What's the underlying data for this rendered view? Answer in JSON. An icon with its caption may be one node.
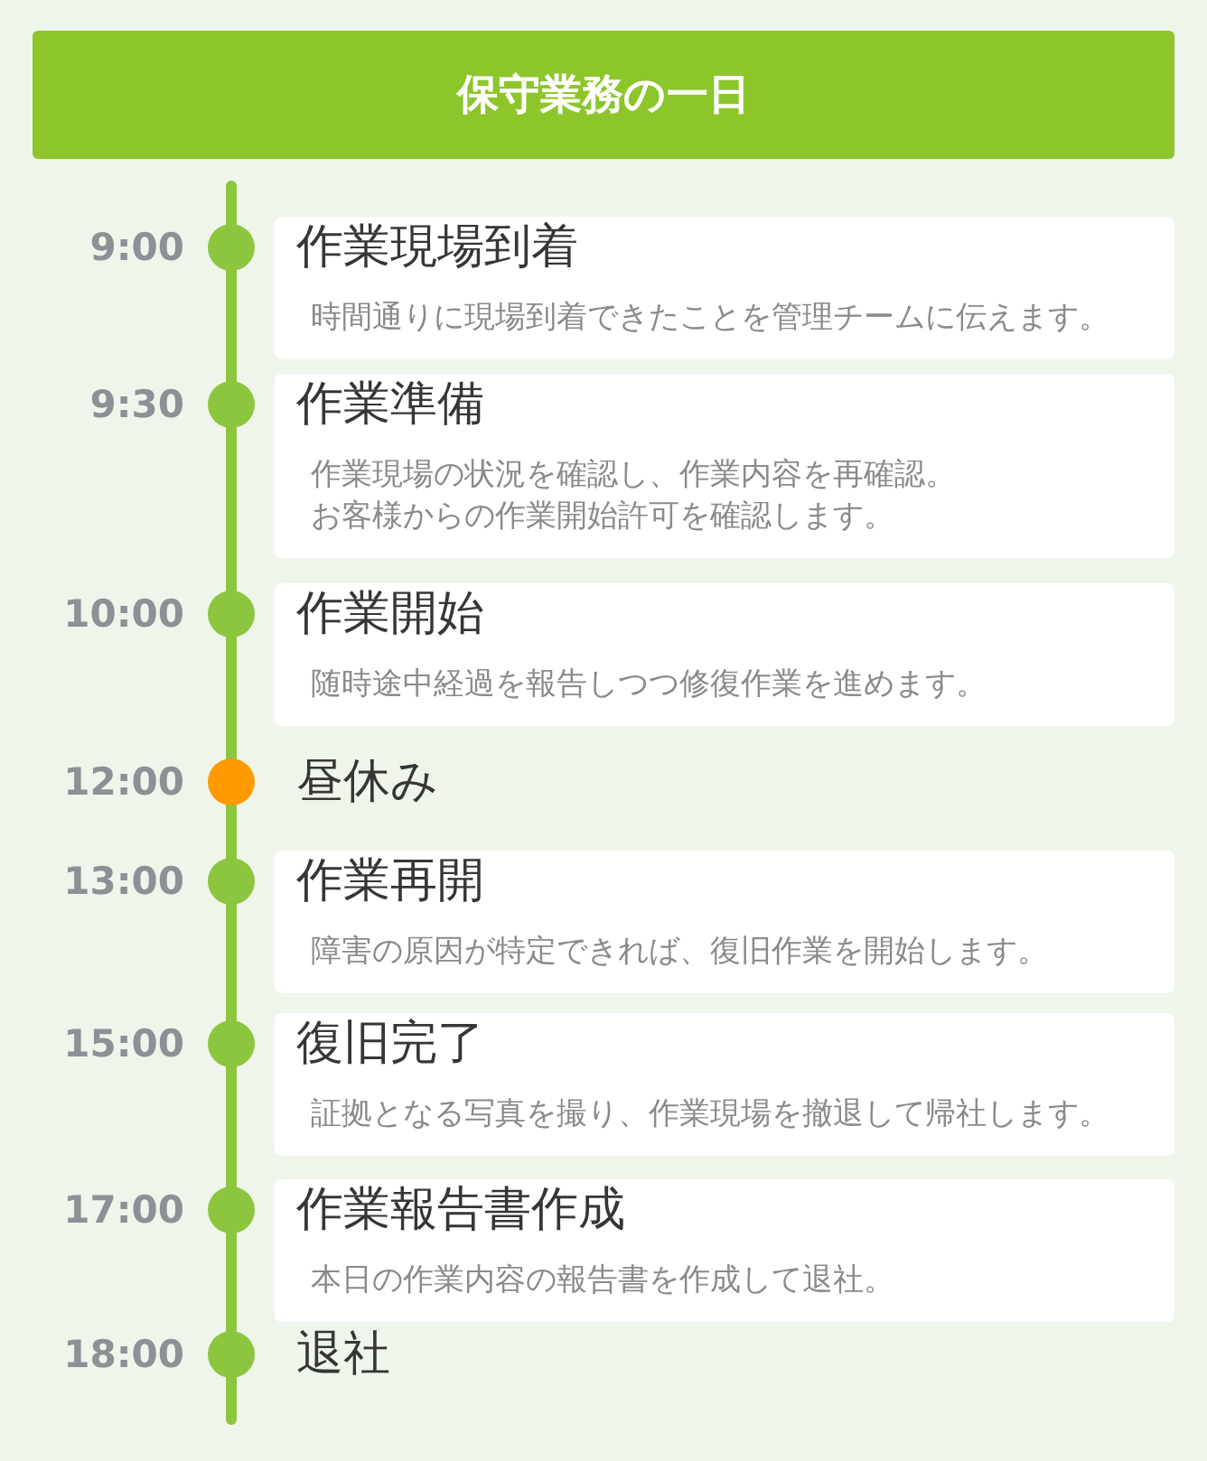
{
  "diagram": {
    "title": "保守業務の一日",
    "nodes": [
      {
        "text": [
          "作業現場到着",
          "時間通りに現場到着できたことを管理チームに伝えます。"
        ],
        "beside": [
          "9:00"
        ]
      },
      {
        "text": [
          "作業準備",
          "作業現場の状況を確認し、作業内容を再確認。お客様からの作業開始許可を確認します。"
        ],
        "beside": [
          "9:30"
        ]
      },
      {
        "text": [
          "作業開始",
          "随時途中経過を報告しつつ修復作業を進めます。"
        ],
        "beside": [
          "10:00"
        ]
      },
      {
        "text": [
          "作業再開",
          "障害の原因が特定できれば、復旧作業を開始します。"
        ],
        "beside": [
          "13:00"
        ]
      },
      {
        "text": [
          "復旧完了",
          "証拠となる写真を撮り、作業現場を撤退して帰社します。"
        ],
        "beside": [
          "15:00"
        ]
      },
      {
        "text": [
          "作業報告書作成",
          "本日の作業内容の報告書を作成して退社。"
        ],
        "beside": [
          "17:00"
        ]
      }
    ],
    "labels": [
      "12:00",
      "昼休み",
      "18:00",
      "退社"
    ]
  }
}
